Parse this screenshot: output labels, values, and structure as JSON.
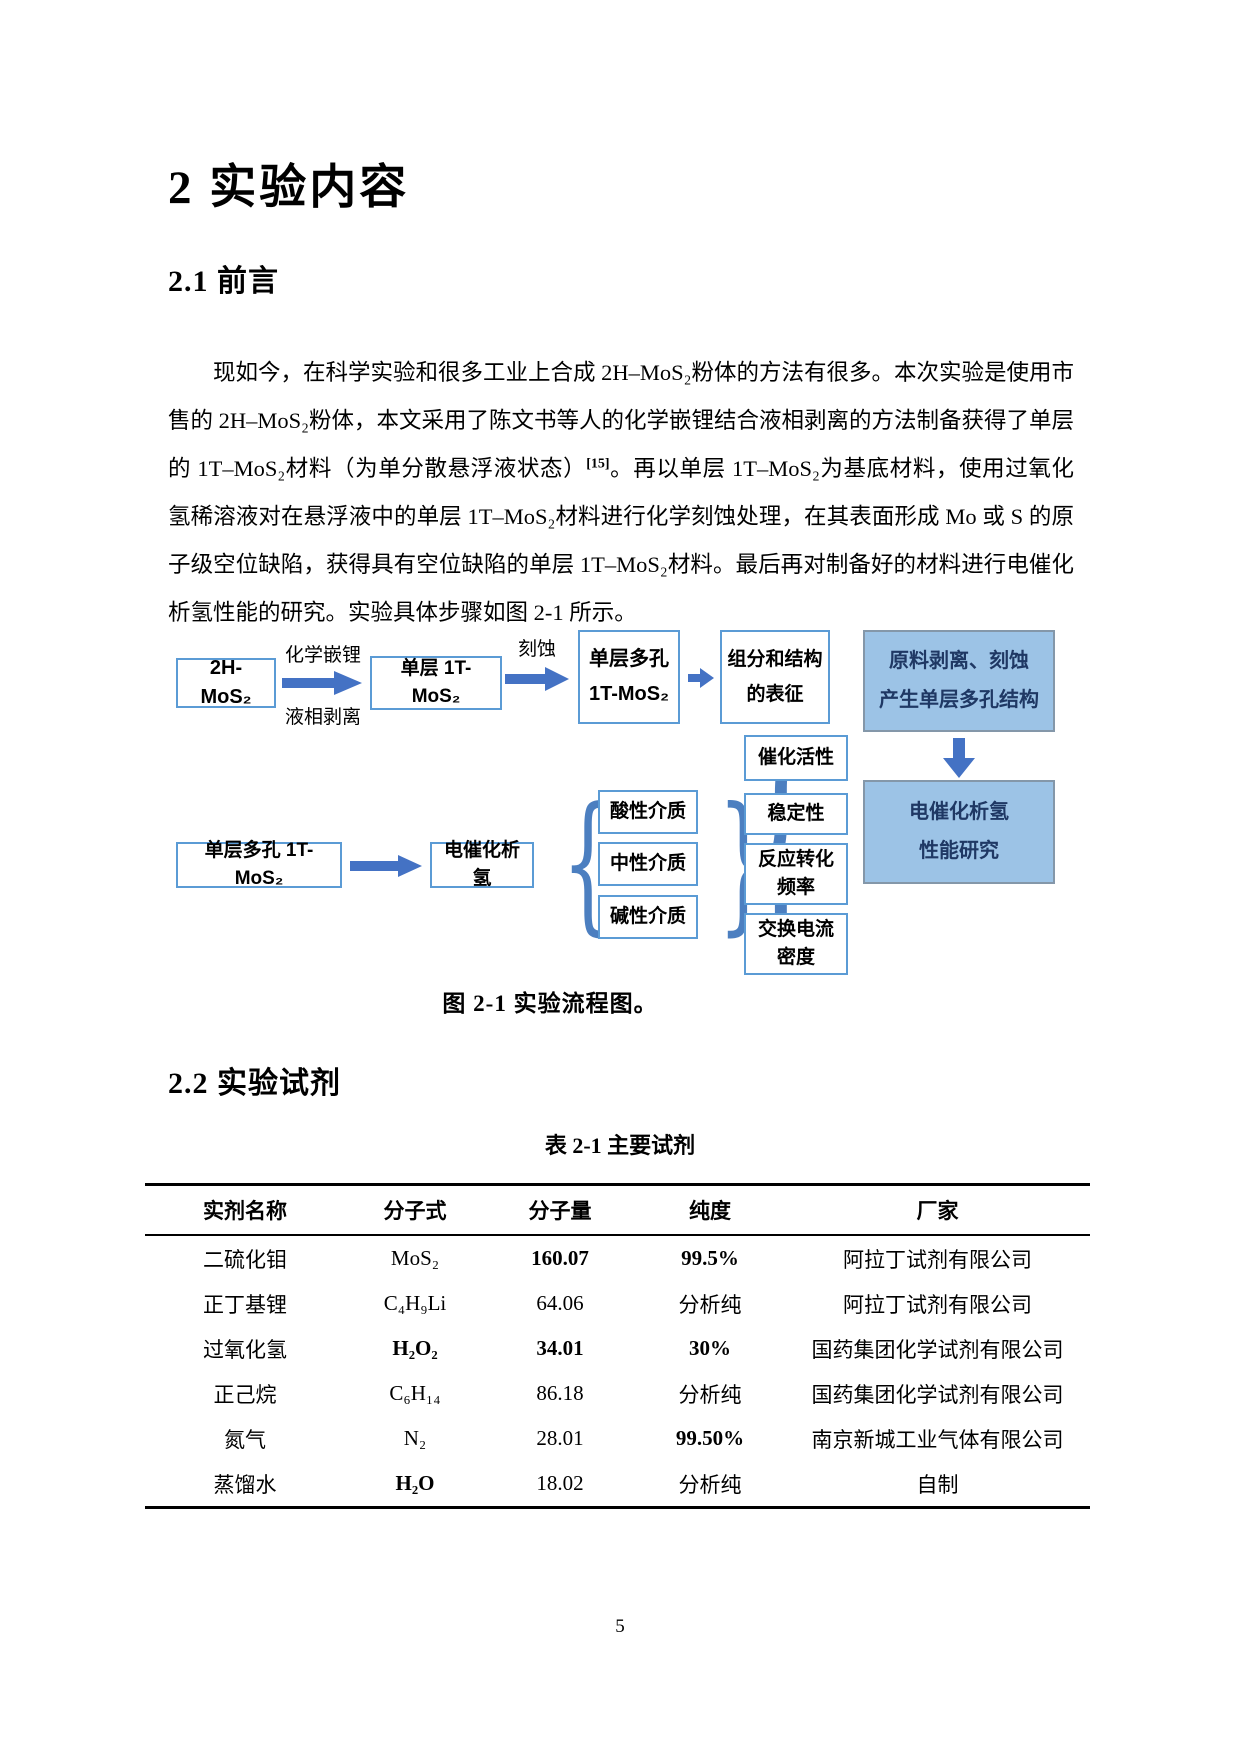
{
  "title": "2 实验内容",
  "section1": {
    "heading": "2.1 前言"
  },
  "paragraph": {
    "text_before_sup": "现如今，在科学实验和很多工业上合成 2H–MoS₂粉体的方法有很多。本次实验是使用市售的 2H–MoS₂粉体，本文采用了陈文书等人的化学嵌锂结合液相剥离的方法制备获得了单层的 1T–MoS₂材料（为单分散悬浮液状态）",
    "sup": "[15]",
    "text_after_sup": "。再以单层 1T–MoS₂为基底材料，使用过氧化氢稀溶液对在悬浮液中的单层 1T–MoS₂材料进行化学刻蚀处理，在其表面形成 Mo 或 S 的原子级空位缺陷，获得具有空位缺陷的单层 1T–MoS₂材料。最后再对制备好的材料进行电催化析氢性能的研究。实验具体步骤如图 2-1 所示。"
  },
  "figure": {
    "caption": "图 2-1  实验流程图。",
    "arrow1_label_top": "化学嵌锂",
    "arrow1_label_bottom": "液相剥离",
    "arrow2_label": "刻蚀",
    "box_2h_mos2": "2H-MoS₂",
    "box_monolayer_1t": "单层 1T-MoS₂",
    "box_porous_line1": "单层多孔",
    "box_porous_line2": "1T-MoS₂",
    "box_characterization_line1": "组分和结构",
    "box_characterization_line2": "的表征",
    "box_exfoliation_line1": "原料剥离、刻蚀",
    "box_exfoliation_line2": "产生单层多孔结构",
    "box_her_performance_line1": "电催化析氢",
    "box_her_performance_line2": "性能研究",
    "box_porous_monolayer": "单层多孔 1T-MoS₂",
    "box_electrocatalytic_her": "电催化析氢",
    "media_boxes": [
      "酸性介质",
      "中性介质",
      "碱性介质"
    ],
    "metric_boxes": [
      "催化活性",
      "稳定性",
      "反应转化频率",
      "交换电流密度"
    ]
  },
  "section2": {
    "heading": "2.2 实验试剂"
  },
  "table": {
    "caption": "表 2-1  主要试剂",
    "headers": [
      "实剂名称",
      "分子式",
      "分子量",
      "纯度",
      "厂家"
    ],
    "rows": [
      [
        {
          "t": "二硫化钼"
        },
        {
          "t": "MoS₂"
        },
        {
          "t": "160.07",
          "b": true
        },
        {
          "t": "99.5%",
          "b": true
        },
        {
          "t": "阿拉丁试剂有限公司"
        }
      ],
      [
        {
          "t": "正丁基锂"
        },
        {
          "t": "C₄H₉Li"
        },
        {
          "t": "64.06"
        },
        {
          "t": "分析纯"
        },
        {
          "t": "阿拉丁试剂有限公司"
        }
      ],
      [
        {
          "t": "过氧化氢"
        },
        {
          "t": "H₂O₂",
          "b": true
        },
        {
          "t": "34.01",
          "b": true
        },
        {
          "t": "30%",
          "b": true
        },
        {
          "t": "国药集团化学试剂有限公司"
        }
      ],
      [
        {
          "t": "正己烷"
        },
        {
          "t": "C₆H₁₄"
        },
        {
          "t": "86.18"
        },
        {
          "t": "分析纯"
        },
        {
          "t": "国药集团化学试剂有限公司"
        }
      ],
      [
        {
          "t": "氮气"
        },
        {
          "t": "N₂"
        },
        {
          "t": "28.01"
        },
        {
          "t": "99.50%",
          "b": true
        },
        {
          "t": "南京新城工业气体有限公司"
        }
      ],
      [
        {
          "t": "蒸馏水"
        },
        {
          "t": "H₂O",
          "b": true
        },
        {
          "t": "18.02"
        },
        {
          "t": "分析纯"
        },
        {
          "t": "自制"
        }
      ]
    ]
  },
  "page_number": "5",
  "colors": {
    "box_border": "#5B9BD5",
    "arrow": "#4472C4",
    "blue_fill": "#9CC3E6",
    "blue_border": "#8497A9",
    "blue_text": "#1F3864",
    "brace": "#4C7FC0"
  }
}
